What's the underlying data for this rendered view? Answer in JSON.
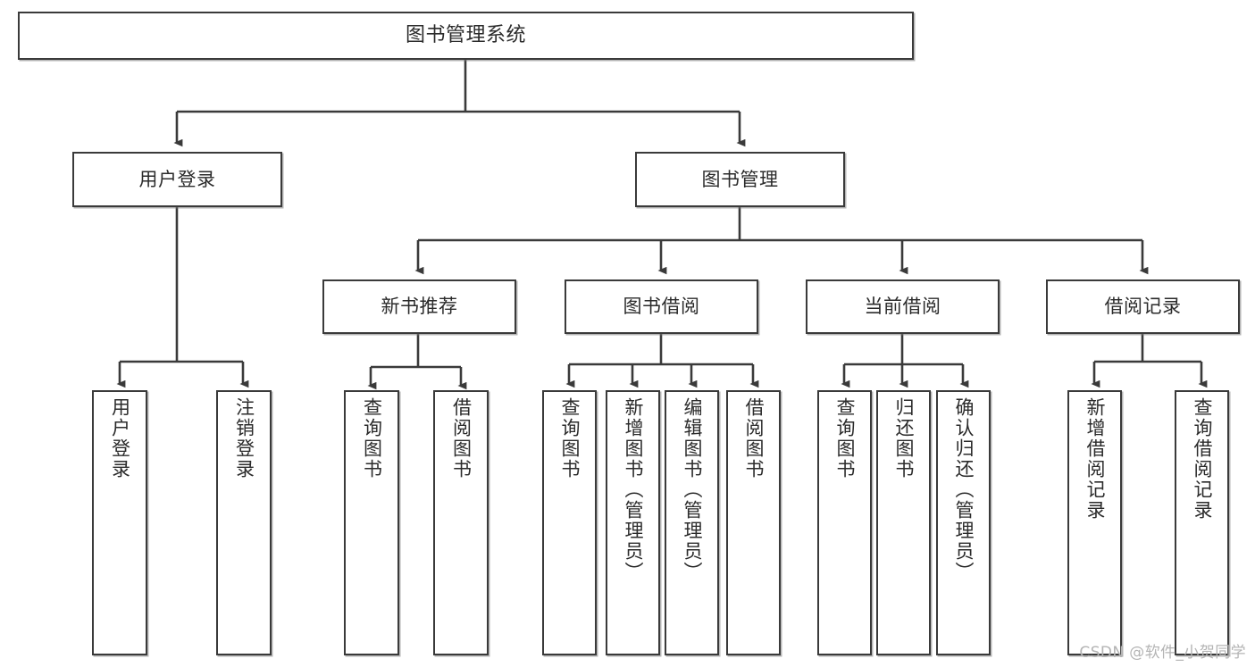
{
  "diagram": {
    "title": "图书管理系统",
    "type": "hierarchy-tree",
    "orientation": "top-down",
    "line_color": "#3a3a3a",
    "box_border_color": "#3a3a3a",
    "background_color": "#ffffff",
    "levels": {
      "root": {
        "label": "图书管理系统"
      },
      "level2": [
        {
          "label": "用户登录"
        },
        {
          "label": "图书管理"
        }
      ],
      "level3": [
        {
          "label": "新书推荐"
        },
        {
          "label": "图书借阅"
        },
        {
          "label": "当前借阅"
        },
        {
          "label": "借阅记录"
        }
      ],
      "leaves": {
        "user_login": [
          {
            "label": "用户登录"
          },
          {
            "label": "注销登录"
          }
        ],
        "new_book_recommend": [
          {
            "label": "查询图书"
          },
          {
            "label": "借阅图书"
          }
        ],
        "book_borrow": [
          {
            "label": "查询图书"
          },
          {
            "label": "新增图书（管理员）"
          },
          {
            "label": "编辑图书（管理员）"
          },
          {
            "label": "借阅图书"
          }
        ],
        "current_borrow": [
          {
            "label": "查询图书"
          },
          {
            "label": "归还图书"
          },
          {
            "label": "确认归还（管理员）"
          }
        ],
        "borrow_record": [
          {
            "label": "新增借阅记录"
          },
          {
            "label": "查询借阅记录"
          }
        ]
      }
    }
  },
  "watermark": {
    "text": "CSDN @软件_小贺同学"
  }
}
